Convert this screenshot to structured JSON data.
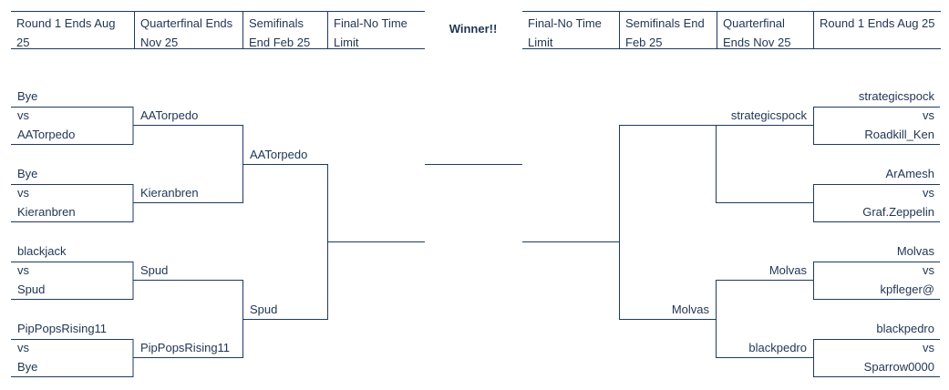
{
  "headers": {
    "left": [
      "Round 1 Ends Aug 25",
      "Quarterfinal Ends Nov 25",
      "Semifinals End Feb 25",
      "Final-No Time Limit"
    ],
    "winner": "Winner!!",
    "right": [
      "Final-No Time Limit",
      "Semifinals End Feb 25",
      "Quarterfinal Ends Nov 25",
      "Round 1 Ends Aug 25"
    ]
  },
  "left": {
    "round1": [
      {
        "top": "Bye",
        "vs": "vs",
        "bottom": "AATorpedo"
      },
      {
        "top": "Bye",
        "vs": "vs",
        "bottom": "Kieranbren"
      },
      {
        "top": "blackjack",
        "vs": "vs",
        "bottom": "Spud"
      },
      {
        "top": "PipPopsRising11",
        "vs": "vs",
        "bottom": "Bye"
      }
    ],
    "quarterfinal": [
      "AATorpedo",
      "Kieranbren",
      "Spud",
      "PipPopsRising11"
    ],
    "semifinal": [
      "AATorpedo",
      "Spud"
    ]
  },
  "right": {
    "round1": [
      {
        "top": "strategicspock",
        "vs": "vs",
        "bottom": "Roadkill_Ken"
      },
      {
        "top": "ArAmesh",
        "vs": "vs",
        "bottom": "Graf.Zeppelin"
      },
      {
        "top": "Molvas",
        "vs": "vs",
        "bottom": "kpfleger@"
      },
      {
        "top": "blackpedro",
        "vs": "vs",
        "bottom": "Sparrow0000"
      }
    ],
    "quarterfinal": [
      "strategicspock",
      "Molvas"
    ],
    "semifinal": [
      "Molvas",
      "blackpedro"
    ]
  },
  "colors": {
    "line": "#1f3a5f",
    "text": "#1f3553"
  }
}
